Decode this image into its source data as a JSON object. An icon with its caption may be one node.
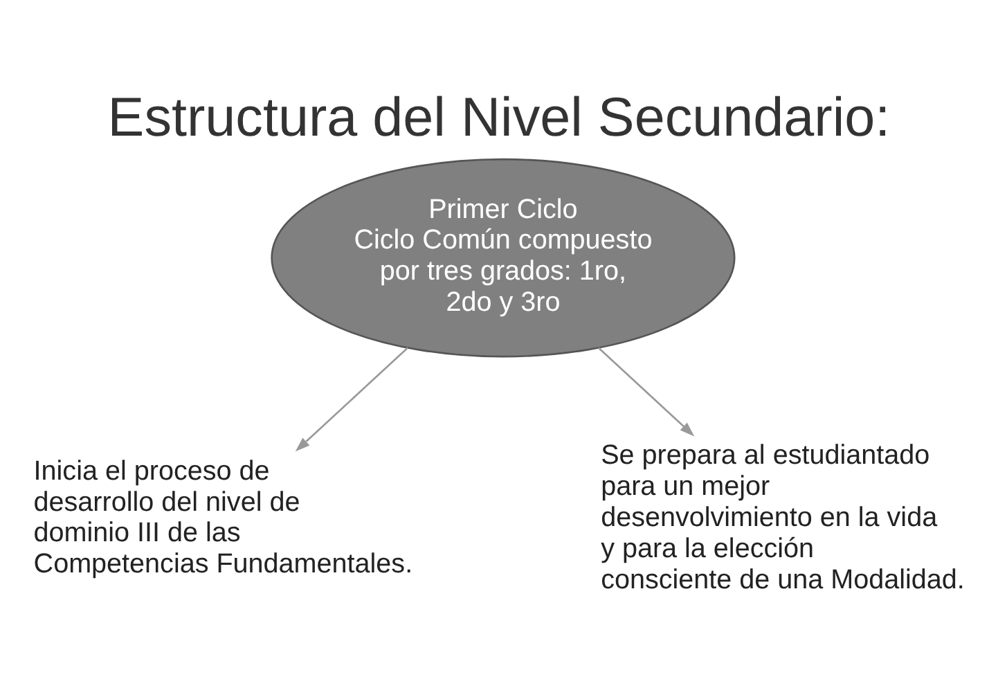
{
  "diagram": {
    "title": "Estructura del Nivel Secundario:",
    "nodes": [
      {
        "text": [
          "Primer Ciclo",
          "Ciclo Común compuesto por tres grados: 1ro, 2do y 3ro"
        ]
      },
      {
        "text": [
          "Inicia el proceso de desarrollo del nivel de dominio III de las Competencias Fundamentales."
        ]
      },
      {
        "text": [
          "Se prepara al estudiantado para un mejor desenvolvimiento en la vida y para la elección consciente de una Modalidad."
        ]
      }
    ],
    "edges": [
      {
        "from": 0,
        "to": 1,
        "arrow": "to"
      },
      {
        "from": 0,
        "to": 2,
        "arrow": "to"
      }
    ]
  }
}
